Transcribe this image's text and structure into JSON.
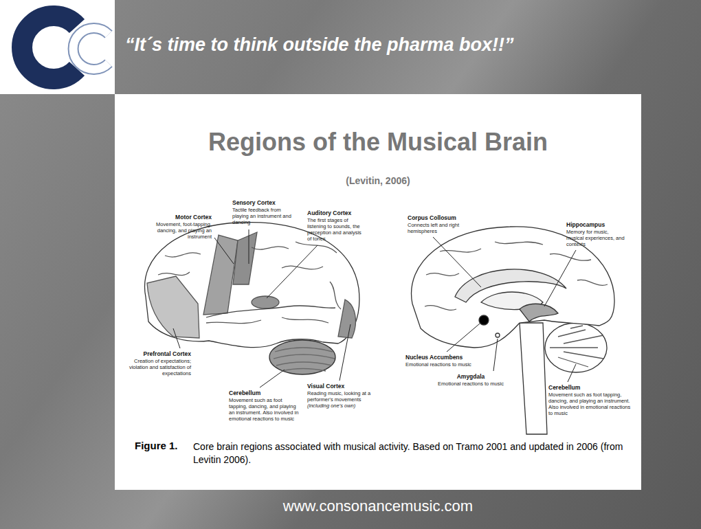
{
  "diagram": {
    "title": "Regions of the Musical Brain",
    "caption": "Core brain regions associated with musical activity. Based on Tramo 2001 and updated in 2006 (from Levitin 2006).",
    "labels": [
      "“It´s time to think outside the pharma box!!”",
      "(Levitin, 2006)",
      "Motor Cortex",
      "Movement, foot-tapping, dancing, and playing an instrument",
      "Sensory Cortex",
      "Tactile feedback from playing an instrument and dancing",
      "Auditory Cortex",
      "The first stages of listening to sounds, the perception and analysis of tones",
      "Prefrontal Cortex",
      "Creation of expectations; violation and satisfaction of expectations",
      "Cerebellum",
      "Movement such as foot tapping, dancing, and playing an instrument. Also involved in emotional reactions to music",
      "Visual Cortex",
      "Reading music, looking at a performer's movements",
      "(including one's own)",
      "Corpus Collosum",
      "Connects left and right hemispheres",
      "Hippocampus",
      "Memory for music, musical experiences, and contexts",
      "Nucleus Accumbens",
      "Emotional reactions to music",
      "Amygdala",
      "Emotional reactions to music",
      "Cerebellum",
      "Movement such as foot tapping, dancing, and playing an instrument. Also involved in emotional reactions to music",
      "Figure 1.",
      "www.consonancemusic.com"
    ]
  }
}
